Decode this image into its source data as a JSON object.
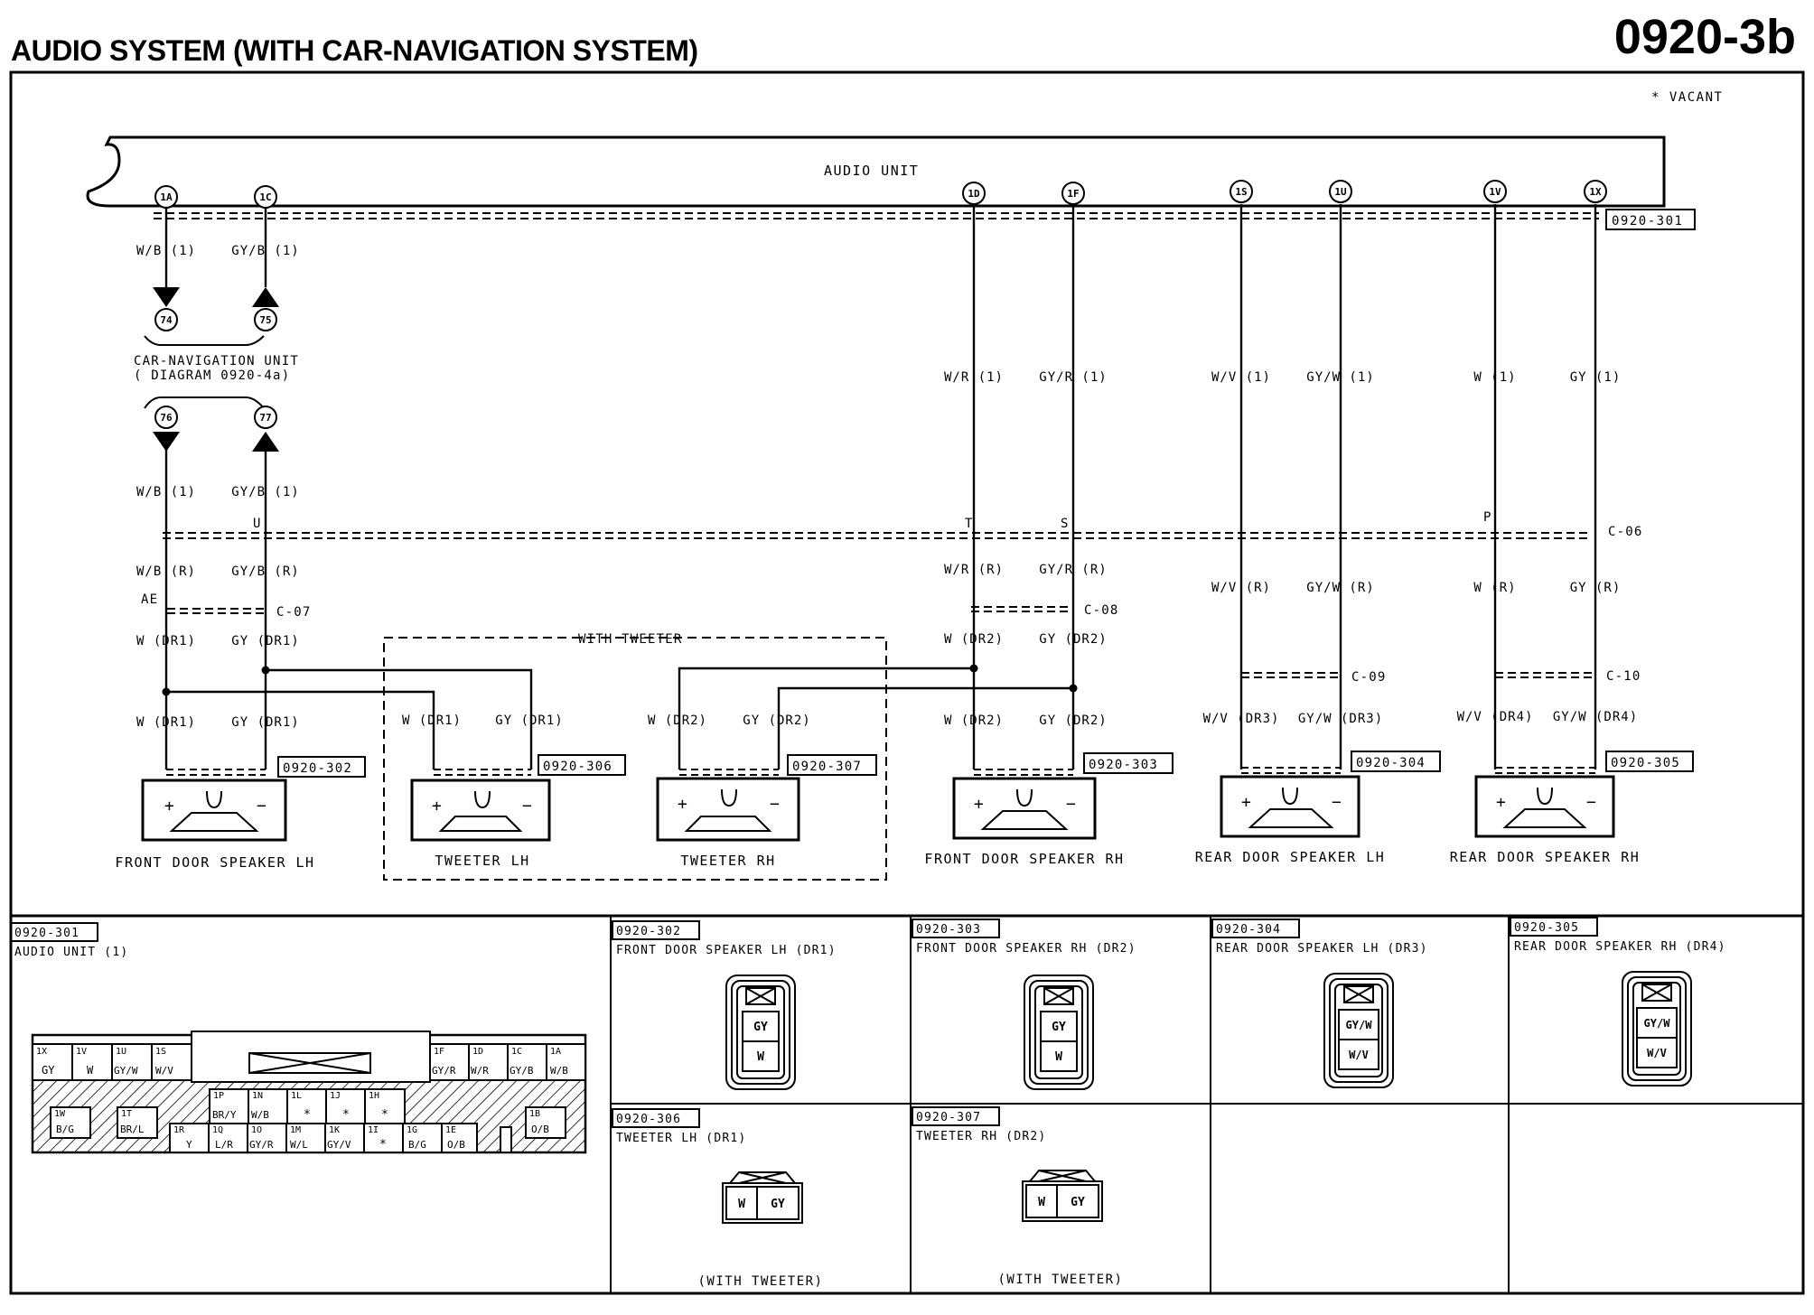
{
  "header": {
    "title": "AUDIO SYSTEM (WITH CAR-NAVIGATION SYSTEM)",
    "diagram_id": "0920-3b",
    "vacant_note": "* VACANT"
  },
  "audio_unit": {
    "label": "AUDIO UNIT",
    "ref": "0920-301",
    "terminals": [
      "1A",
      "1C",
      "1D",
      "1F",
      "1S",
      "1U",
      "1V",
      "1X"
    ]
  },
  "nav": {
    "unit_label": "CAR-NAVIGATION UNIT",
    "diagram_ref": "( DIAGRAM 0920-4a)",
    "refs": [
      "74",
      "75",
      "76",
      "77"
    ]
  },
  "wires": {
    "top": [
      "W/B (1)",
      "GY/B (1)",
      "W/R (1)",
      "GY/R (1)",
      "W/V (1)",
      "GY/W (1)",
      "W (1)",
      "GY (1)"
    ],
    "nav_out": [
      "W/B (1)",
      "GY/B (1)"
    ],
    "mid_r": [
      "W/B (R)",
      "GY/B (R)",
      "W/R (R)",
      "GY/R (R)",
      "W/V (R)",
      "GY/W (R)",
      "W (R)",
      "GY (R)"
    ],
    "dr": [
      "W (DR1)",
      "GY (DR1)",
      "W (DR2)",
      "GY (DR2)"
    ],
    "speaker": [
      "W (DR1)",
      "GY (DR1)",
      "W (DR1)",
      "GY (DR1)",
      "W (DR2)",
      "GY (DR2)",
      "W (DR2)",
      "GY (DR2)",
      "W/V (DR3)",
      "GY/W (DR3)",
      "W/V (DR4)",
      "GY/W (DR4)"
    ]
  },
  "splices": [
    "T",
    "S",
    "P",
    "U",
    "AE"
  ],
  "connectors": [
    "C-06",
    "C-07",
    "C-08",
    "C-09",
    "C-10"
  ],
  "with_tweeter_label": "WITH TWEETER",
  "speakers": [
    {
      "name": "FRONT DOOR SPEAKER LH",
      "ref": "0920-302"
    },
    {
      "name": "TWEETER LH",
      "ref": "0920-306"
    },
    {
      "name": "TWEETER RH",
      "ref": "0920-307"
    },
    {
      "name": "FRONT DOOR SPEAKER RH",
      "ref": "0920-303"
    },
    {
      "name": "REAR DOOR SPEAKER LH",
      "ref": "0920-304"
    },
    {
      "name": "REAR DOOR SPEAKER RH",
      "ref": "0920-305"
    }
  ],
  "plus": "+",
  "minus": "−",
  "panels": {
    "p301": {
      "ref": "0920-301",
      "title": "AUDIO UNIT (1)",
      "top_pins": [
        [
          "1X",
          "GY"
        ],
        [
          "1V",
          "W"
        ],
        [
          "1U",
          "GY/W"
        ],
        [
          "1S",
          "W/V"
        ],
        [
          "1F",
          "GY/R"
        ],
        [
          "1D",
          "W/R"
        ],
        [
          "1C",
          "GY/B"
        ],
        [
          "1A",
          "W/B"
        ]
      ],
      "mid_pins": [
        [
          "1P",
          "BR/Y"
        ],
        [
          "1N",
          "W/B"
        ],
        [
          "1L",
          "*"
        ],
        [
          "1J",
          "*"
        ],
        [
          "1H",
          "*"
        ]
      ],
      "low_pins": [
        [
          "1W",
          "B/G"
        ],
        [
          "1T",
          "BR/L"
        ],
        [
          "1R",
          "Y"
        ],
        [
          "1Q",
          "L/R"
        ],
        [
          "1O",
          "GY/R"
        ],
        [
          "1M",
          "W/L"
        ],
        [
          "1K",
          "GY/V"
        ],
        [
          "1I",
          "*"
        ],
        [
          "1G",
          "B/G"
        ],
        [
          "1E",
          "O/B"
        ],
        [
          "1B",
          "O/B"
        ]
      ]
    },
    "p302": {
      "ref": "0920-302",
      "title": "FRONT DOOR SPEAKER LH (DR1)",
      "pins": [
        "GY",
        "W"
      ]
    },
    "p303": {
      "ref": "0920-303",
      "title": "FRONT DOOR SPEAKER RH (DR2)",
      "pins": [
        "GY",
        "W"
      ]
    },
    "p304": {
      "ref": "0920-304",
      "title": "REAR DOOR SPEAKER LH (DR3)",
      "pins": [
        "GY/W",
        "W/V"
      ]
    },
    "p305": {
      "ref": "0920-305",
      "title": "REAR DOOR SPEAKER RH (DR4)",
      "pins": [
        "GY/W",
        "W/V"
      ]
    },
    "p306": {
      "ref": "0920-306",
      "title": "TWEETER LH (DR1)",
      "pins": [
        "W",
        "GY"
      ],
      "note": "(WITH TWEETER)"
    },
    "p307": {
      "ref": "0920-307",
      "title": "TWEETER RH (DR2)",
      "pins": [
        "W",
        "GY"
      ],
      "note": "(WITH TWEETER)"
    }
  }
}
